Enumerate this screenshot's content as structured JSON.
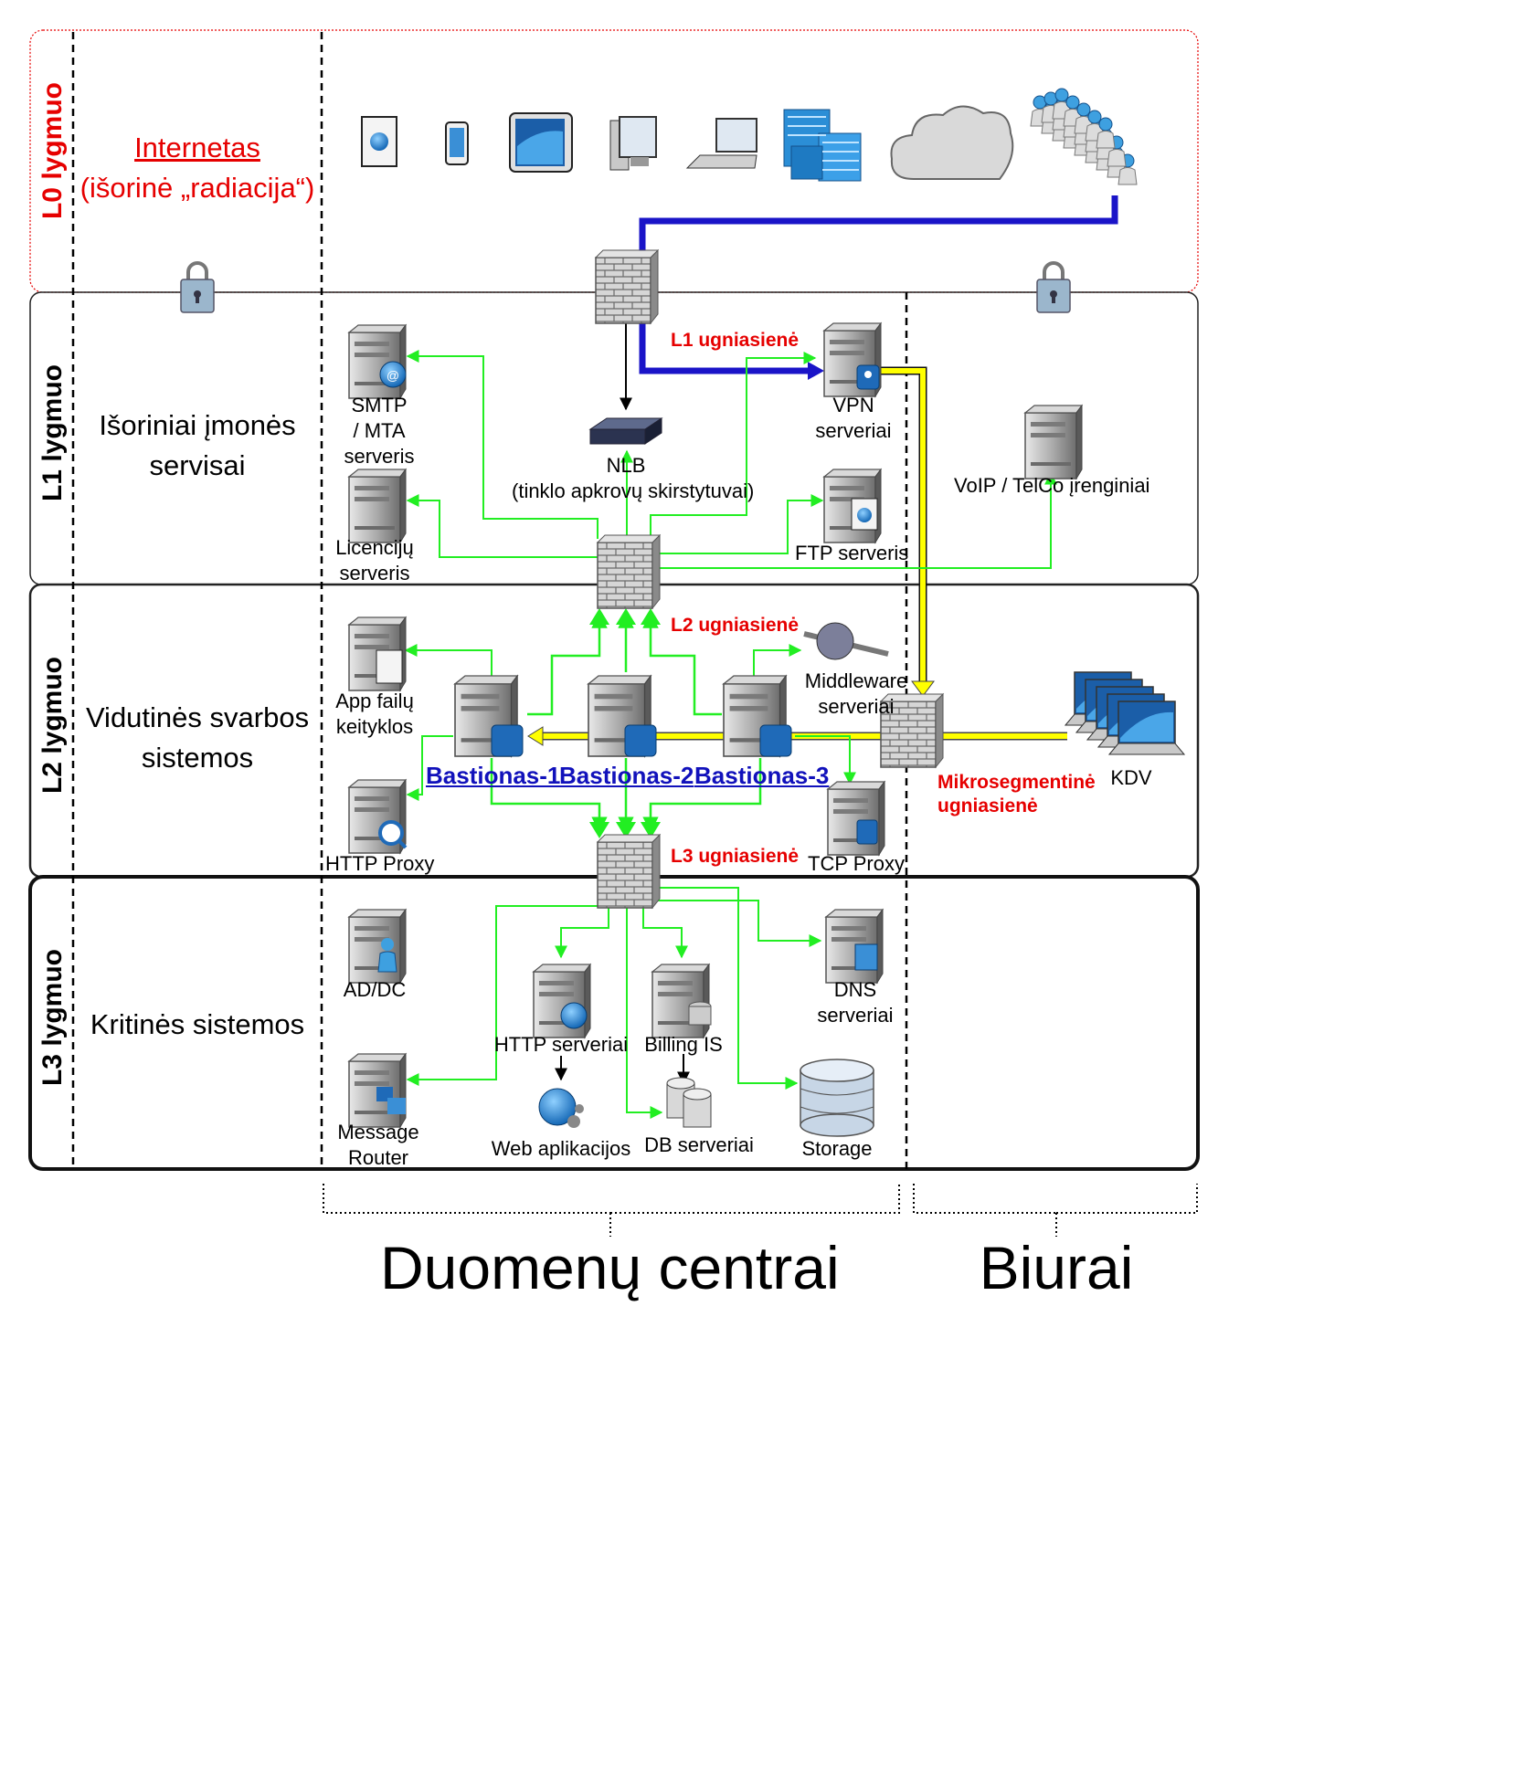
{
  "levels": {
    "l0": {
      "title": "L0 lygmuo",
      "link": "Internetas",
      "desc": "(išorinė „radiacija“)"
    },
    "l1": {
      "title": "L1 lygmuo",
      "desc1": "Išoriniai įmonės",
      "desc2": "servisai"
    },
    "l2": {
      "title": "L2 lygmuo",
      "desc1": "Vidutinės svarbos",
      "desc2": "sistemos"
    },
    "l3": {
      "title": "L3 lygmuo",
      "desc1": "Kritinės sistemos"
    }
  },
  "firewalls": {
    "l1": "L1 ugniasienė",
    "l2": "L2 ugniasienė",
    "l3": "L3 ugniasienė",
    "micro1": "Mikrosegmentinė",
    "micro2": "ugniasienė"
  },
  "nodes": {
    "smtp": [
      "SMTP",
      "/ MTA",
      "serveris"
    ],
    "licencing": [
      "Licencijų",
      "serveris"
    ],
    "nlb": [
      "NLB",
      "(tinklo apkrovų skirstytuvai)"
    ],
    "vpn": [
      "VPN",
      "serveriai"
    ],
    "ftp": "FTP serveris",
    "voip": "VoIP / TelCo įrenginiai",
    "app_files": [
      "App failų",
      "keityklos"
    ],
    "http_proxy": "HTTP Proxy",
    "middleware": [
      "Middleware",
      "serveriai"
    ],
    "tcp_proxy": "TCP Proxy",
    "kdv": "KDV",
    "bastion1": "Bastionas-1",
    "bastion2": "Bastionas-2",
    "bastion3": "Bastionas-3",
    "addc": "AD/DC",
    "message_router": [
      "Message",
      "Router"
    ],
    "http_servers": "HTTP serveriai",
    "web_apps": "Web aplikacijos",
    "billing": "Billing IS",
    "db": "DB serveriai",
    "dns": [
      "DNS",
      "serveriai"
    ],
    "storage": "Storage"
  },
  "zones": {
    "datacenters": "Duomenų centrai",
    "offices": "Biurai"
  },
  "colors": {
    "level_title": "#e60000",
    "internet": "#e60000",
    "green_flow": "#22ee22",
    "blue_flow": "#1a14c8",
    "yellow_flow": "#ffff00",
    "bastion": "#1111bb"
  }
}
